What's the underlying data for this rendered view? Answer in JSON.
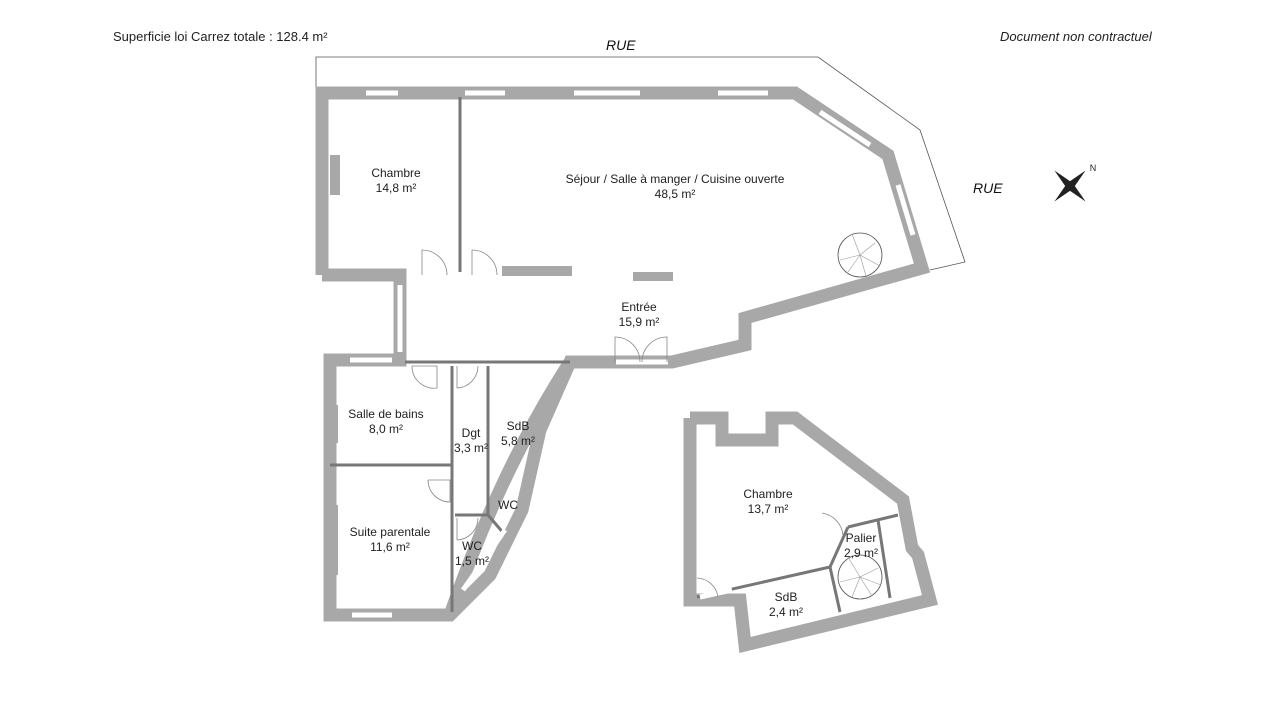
{
  "header": {
    "total_area": "Superficie loi Carrez totale :  128.4 m²",
    "disclaimer": "Document non contractuel"
  },
  "streets": {
    "top": "RUE",
    "right": "RUE"
  },
  "compass": {
    "north_letter": "N"
  },
  "rooms": [
    {
      "name": "Chambre",
      "area": "14,8 m²"
    },
    {
      "name": "Séjour / Salle à manger / Cuisine ouverte",
      "area": "48,5  m²"
    },
    {
      "name": "Entrée",
      "area": "15,9 m²"
    },
    {
      "name": "Salle de bains",
      "area": "8,0 m²"
    },
    {
      "name": "Dgt",
      "area": "3,3 m²"
    },
    {
      "name": "SdB",
      "area": "5,8 m²"
    },
    {
      "name": "WC",
      "area": ""
    },
    {
      "name": "Suite parentale",
      "area": "11,6 m²"
    },
    {
      "name": "WC",
      "area": "1,5 m²"
    },
    {
      "name": "Chambre",
      "area": "13,7 m²"
    },
    {
      "name": "Palier",
      "area": "2,9 m²"
    },
    {
      "name": "SdB",
      "area": "2,4 m²"
    }
  ]
}
